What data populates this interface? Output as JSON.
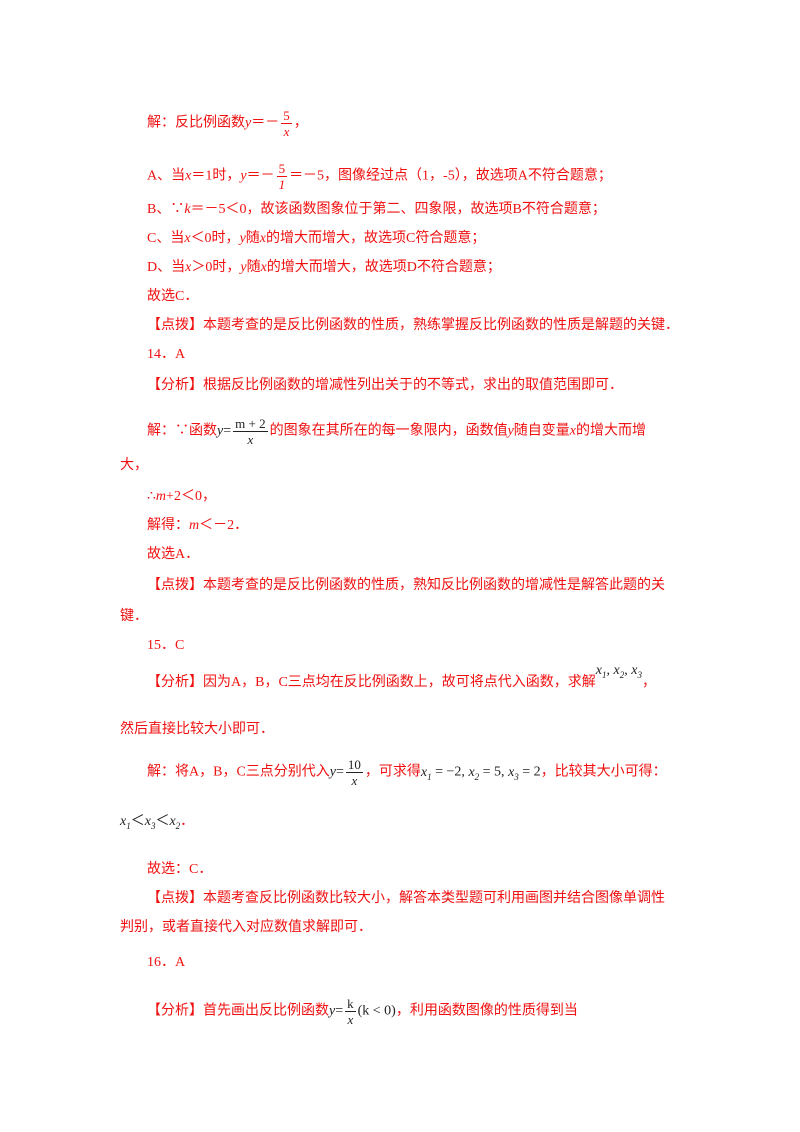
{
  "colors": {
    "text": "#f01010",
    "math": "#222222"
  },
  "lines": [
    [
      "解：反比例函数",
      {
        "i": "y"
      },
      "＝－",
      {
        "f": [
          "5",
          "x"
        ]
      },
      "，"
    ],
    [
      "A、当",
      {
        "i": "x"
      },
      "＝1时，",
      {
        "i": "y"
      },
      "＝－",
      {
        "f": [
          "5",
          "1"
        ]
      },
      "＝－5，图像经过点（1，-5），故选项A不符合题意；"
    ],
    [
      "B、∵",
      {
        "i": "k"
      },
      "＝－5＜0，故该函数图象位于第二、四象限，故选项B不符合题意；"
    ],
    [
      "C、当",
      {
        "i": "x"
      },
      "＜0时，",
      {
        "i": "y"
      },
      "随",
      {
        "i": "x"
      },
      "的增大而增大，故选项C符合题意；"
    ],
    [
      "D、当",
      {
        "i": "x"
      },
      "＞0时，",
      {
        "i": "y"
      },
      "随",
      {
        "i": "x"
      },
      "的增大而增大，故选项D不符合题意；"
    ],
    [
      "故选C．"
    ],
    [
      "【点拨】本题考查的是反比例函数的性质，熟练掌握反比例函数的性质是解题的关键．"
    ],
    [
      "14．A"
    ],
    [
      "【分析】根据反比例函数的增减性列出关于的不等式，求出的取值范围即可．"
    ],
    [
      "解：∵函数",
      {
        "i": "y",
        "c": "black"
      },
      {
        "t": "=",
        "c": "black"
      },
      {
        "f": [
          "m + 2",
          "x"
        ],
        "c": "black"
      },
      "的图象在其所在的每一象限内，函数值",
      {
        "i": "y"
      },
      "随自变量",
      {
        "i": "x"
      },
      "的增大而增"
    ],
    [
      "大，"
    ],
    [
      "∴",
      {
        "i": "m"
      },
      "+2＜0，"
    ],
    [
      "解得：",
      {
        "i": "m"
      },
      "＜－2．"
    ],
    [
      "故选A．"
    ],
    [
      "【点拨】本题考查的是反比例函数的性质，熟知反比例函数的增减性是解答此题的关"
    ],
    [
      "键．"
    ],
    [
      "15．C"
    ],
    [
      "【分析】因为A，B，C三点均在反比例函数上，故可将点代入函数，求解",
      {
        "r": [
          [
            "x",
            "1"
          ],
          ", ",
          [
            "x",
            "2"
          ],
          ", ",
          [
            "x",
            "3"
          ]
        ],
        "c": "black"
      },
      "，"
    ],
    [
      "然后直接比较大小即可．"
    ],
    [
      "解：将A，B，C三点分别代入",
      {
        "i": "y",
        "c": "black"
      },
      {
        "t": "=",
        "c": "black"
      },
      {
        "f": [
          "10",
          "x"
        ],
        "c": "black"
      },
      "，可求得",
      {
        "m": [
          [
            "x",
            "1"
          ],
          " = −2, ",
          [
            "x",
            "2"
          ],
          " = 5, ",
          [
            "x",
            "3"
          ],
          " = 2"
        ],
        "c": "black"
      },
      "，比较其大小可得："
    ],
    [
      {
        "m": [
          [
            "x",
            "1"
          ],
          "＜",
          [
            "x",
            "3"
          ],
          "＜",
          [
            "x",
            "2"
          ]
        ],
        "c": "black"
      },
      "．"
    ],
    [
      "故选：C．"
    ],
    [
      "【点拨】本题考查反比例函数比较大小，解答本类型题可利用画图并结合图像单调性"
    ],
    [
      "判别，或者直接代入对应数值求解即可．"
    ],
    [
      "16．A"
    ],
    [
      "【分析】首先画出反比例函数",
      {
        "i": "y",
        "c": "black"
      },
      {
        "t": "=",
        "c": "black"
      },
      {
        "f": [
          "k",
          "x"
        ],
        "c": "black"
      },
      {
        "t": "(k < 0)",
        "c": "black"
      },
      "，利用函数图像的性质得到当"
    ]
  ]
}
